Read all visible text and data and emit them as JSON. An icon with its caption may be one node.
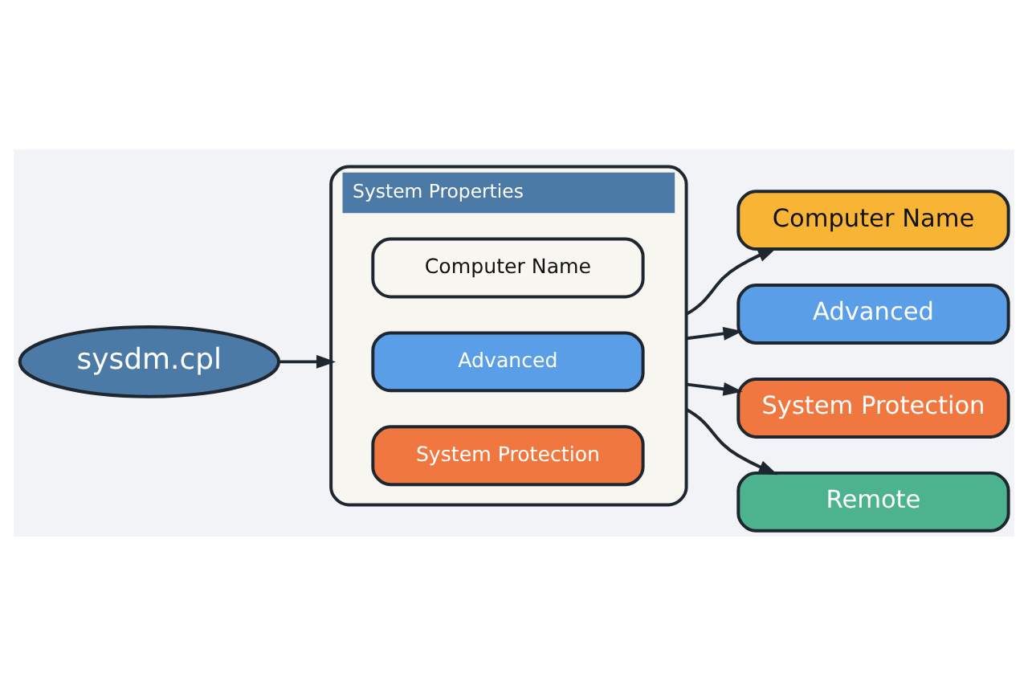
{
  "diagram": {
    "nodes": [
      {
        "text": [
          "sysdm.cpl"
        ]
      },
      {
        "text": [
          "System Properties"
        ]
      },
      {
        "text": [
          "Computer Name"
        ],
        "in": 1
      },
      {
        "text": [
          "Advanced"
        ],
        "in": 1
      },
      {
        "text": [
          "System Protection"
        ],
        "in": 1
      },
      {
        "text": [
          "Computer Name"
        ]
      },
      {
        "text": [
          "Advanced"
        ]
      },
      {
        "text": [
          "System Protection"
        ]
      },
      {
        "text": [
          "Remote"
        ]
      }
    ],
    "edges": [
      {
        "from": 0,
        "to": 1,
        "arrow": "to"
      },
      {
        "from": 1,
        "to": 5,
        "arrow": "to"
      },
      {
        "from": 1,
        "to": 6,
        "arrow": "to"
      },
      {
        "from": 1,
        "to": 7,
        "arrow": "to"
      },
      {
        "from": 1,
        "to": 8,
        "arrow": "to"
      }
    ]
  }
}
